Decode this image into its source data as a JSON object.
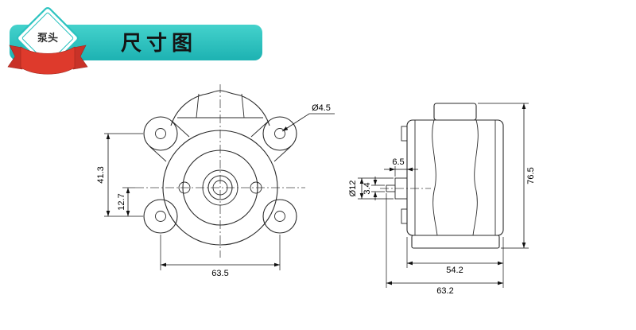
{
  "header": {
    "badge_label": "泵头",
    "title": "尺寸图",
    "accent_teal": "#2cc3c0",
    "accent_teal_dark": "#19aeae",
    "ribbon_red": "#de3a2c"
  },
  "front_view": {
    "dims": {
      "mount_hole_dia": "Ø4.5",
      "mount_vertical_span": "41.3",
      "center_to_mount": "12.7",
      "mount_horizontal_span": "63.5"
    }
  },
  "side_view": {
    "dims": {
      "shaft_length": "6.5",
      "shaft_dia": "Ø12",
      "shaft_flat": "3.4",
      "total_height": "76.5",
      "body_width": "54.2",
      "total_width": "63.2"
    }
  }
}
